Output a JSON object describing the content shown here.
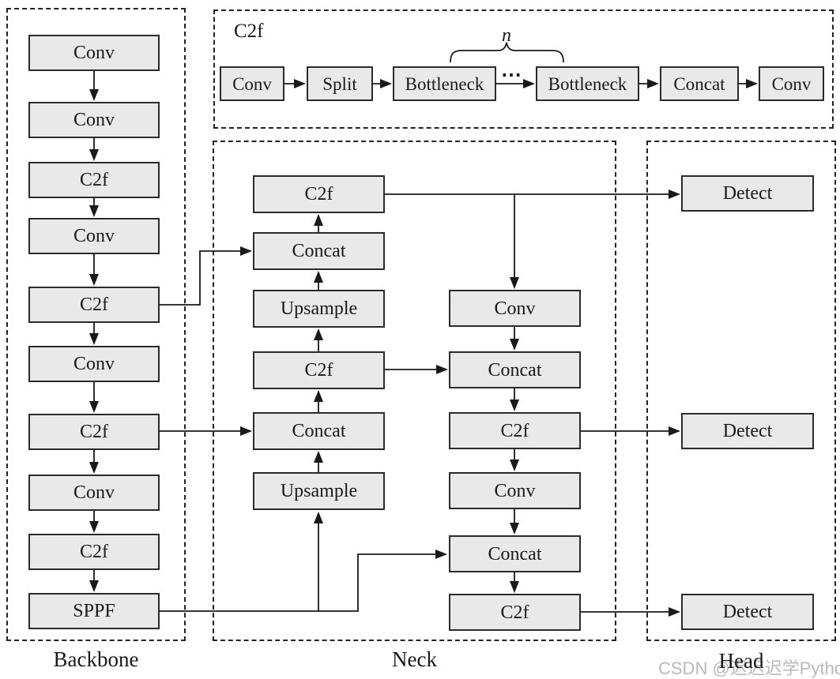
{
  "colors": {
    "node_fill": "#e9e9e9",
    "node_border": "#2b2b2b",
    "line_color": "#1a1a1a",
    "region_border": "#222222",
    "text_color": "#1a1a1a",
    "watermark_color": "#b9b9b9",
    "background": "#ffffff"
  },
  "c2f_detail": {
    "title": "C2f",
    "nodes": [
      "Conv",
      "Split",
      "Bottleneck",
      "Bottleneck",
      "Concat",
      "Conv"
    ],
    "repeat_label": "n",
    "ellipsis": "⋯"
  },
  "backbone": {
    "label": "Backbone",
    "nodes": [
      "Conv",
      "Conv",
      "C2f",
      "Conv",
      "C2f",
      "Conv",
      "C2f",
      "Conv",
      "C2f",
      "SPPF"
    ]
  },
  "neck": {
    "label": "Neck",
    "left_nodes": [
      "C2f",
      "Concat",
      "Upsample",
      "C2f",
      "Concat",
      "Upsample"
    ],
    "right_nodes": [
      "Conv",
      "Concat",
      "C2f",
      "Conv",
      "Concat",
      "C2f"
    ]
  },
  "head": {
    "label": "Head",
    "nodes": [
      "Detect",
      "Detect",
      "Detect"
    ]
  },
  "watermark": "CSDN @迟迟迟学Python"
}
